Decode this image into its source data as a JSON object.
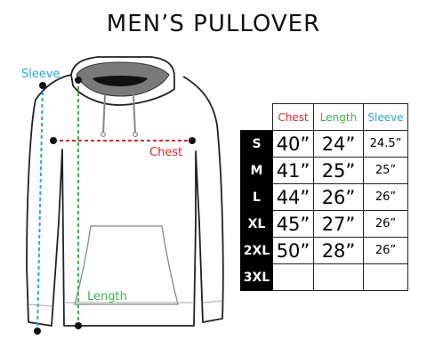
{
  "title": "MEN’S PULLOVER",
  "labels": {
    "sleeve": "Sleeve",
    "chest": "Chest",
    "length": "Length"
  },
  "colors": {
    "sleeve": "#2aa6dd",
    "chest": "#e0262a",
    "length": "#3bb54a"
  },
  "table": {
    "headers": [
      "Chest",
      "Length",
      "Sleeve"
    ],
    "rows": [
      {
        "size": "S",
        "chest": "40”",
        "length": "24”",
        "sleeve": "24.5”"
      },
      {
        "size": "M",
        "chest": "41”",
        "length": "25”",
        "sleeve": "25”"
      },
      {
        "size": "L",
        "chest": "44”",
        "length": "26”",
        "sleeve": "26”"
      },
      {
        "size": "XL",
        "chest": "45”",
        "length": "27”",
        "sleeve": "26”"
      },
      {
        "size": "2XL",
        "chest": "50”",
        "length": "28”",
        "sleeve": "26”"
      },
      {
        "size": "3XL",
        "chest": "",
        "length": "",
        "sleeve": ""
      }
    ]
  }
}
